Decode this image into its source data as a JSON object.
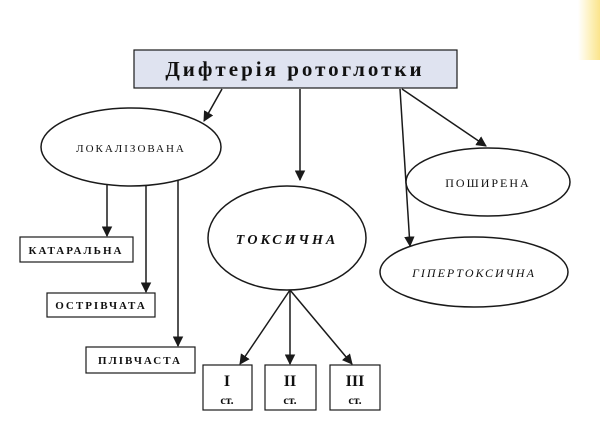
{
  "title": "Дифтерія ротоглотки",
  "nodes": {
    "localized": "ЛОКАЛІЗОВАНА",
    "toxic": "ТОКСИЧНА",
    "widespread": "ПОШИРЕНА",
    "hypertoxic": "ГІПЕРТОКСИЧНА",
    "catarrhal": "КАТАРАЛЬНА",
    "insular": "ОСТРІВЧАТА",
    "membranous": "ПЛІВЧАСТА"
  },
  "degrees": [
    {
      "num": "I",
      "unit": "ст."
    },
    {
      "num": "II",
      "unit": "ст."
    },
    {
      "num": "III",
      "unit": "ст."
    }
  ],
  "colors": {
    "title_fill": "#dfe3f0",
    "stroke": "#1a1a1a",
    "background": "#ffffff"
  }
}
